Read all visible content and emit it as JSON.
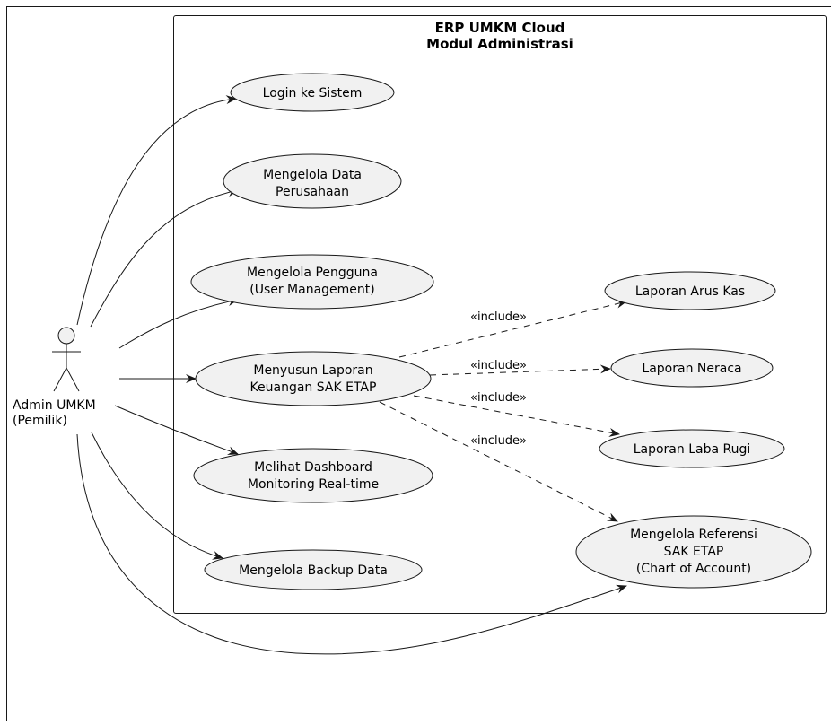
{
  "system": {
    "title_line1": "ERP UMKM Cloud",
    "title_line2": "Modul Administrasi"
  },
  "actor": {
    "name_line1": "Admin UMKM",
    "name_line2": "(Pemilik)"
  },
  "use_cases": {
    "login": {
      "line1": "Login ke Sistem"
    },
    "data_perusahaan": {
      "line1": "Mengelola Data",
      "line2": "Perusahaan"
    },
    "pengguna": {
      "line1": "Mengelola Pengguna",
      "line2": "(User Management)"
    },
    "laporan_keuangan": {
      "line1": "Menyusun Laporan",
      "line2": "Keuangan SAK ETAP"
    },
    "dashboard": {
      "line1": "Melihat Dashboard",
      "line2": "Monitoring Real-time"
    },
    "backup": {
      "line1": "Mengelola Backup Data"
    },
    "arus_kas": {
      "line1": "Laporan Arus Kas"
    },
    "neraca": {
      "line1": "Laporan Neraca"
    },
    "laba_rugi": {
      "line1": "Laporan Laba Rugi"
    },
    "referensi": {
      "line1": "Mengelola Referensi",
      "line2": "SAK ETAP",
      "line3": "(Chart of Account)"
    }
  },
  "relations": {
    "include_arus_kas": "«include»",
    "include_neraca": "«include»",
    "include_laba_rugi": "«include»",
    "include_referensi": "«include»"
  },
  "colors": {
    "usecase_fill": "#f1f1f1",
    "stroke": "#181818",
    "background": "#ffffff"
  }
}
